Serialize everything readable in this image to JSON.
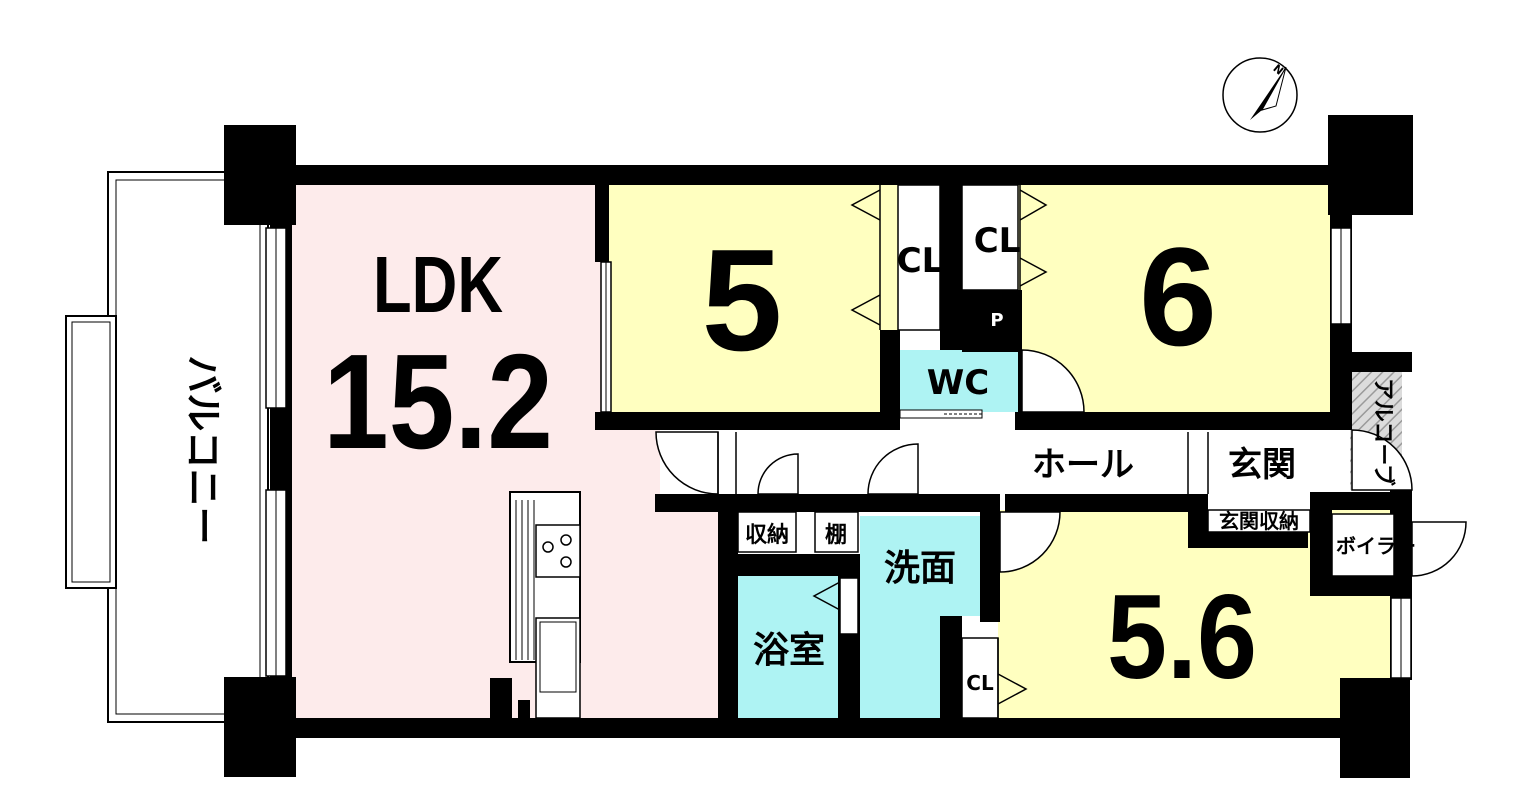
{
  "colors": {
    "wall": "#000000",
    "ldk_floor": "#fdebeb",
    "western_room_floor": "#ffffc0",
    "wet_area_floor": "#aef3f3",
    "corridor_floor": "#ffffff",
    "alcove_hatch": "#c8c8c8"
  },
  "compass": {
    "north_label": "N"
  },
  "rooms": {
    "ldk": {
      "name": "LDK",
      "size": "15.2"
    },
    "room_5": {
      "size": "5"
    },
    "room_6": {
      "size": "6"
    },
    "room_56": {
      "size": "5.6"
    },
    "wc": {
      "name": "WC"
    },
    "bath": {
      "name": "浴室"
    },
    "washroom": {
      "name": "洗面"
    },
    "hall": {
      "name": "ホール"
    },
    "entrance": {
      "name": "玄関"
    },
    "entrance_storage": {
      "name": "玄関収納"
    },
    "storage": {
      "name": "収納"
    },
    "shelf": {
      "name": "棚"
    },
    "boiler": {
      "name": "ボイラー"
    },
    "alcove": {
      "name": "アルコーブ"
    },
    "balcony": {
      "name": "バルコニー"
    },
    "pipe_space": {
      "name": "P"
    },
    "closets": {
      "cl_room5": "CL",
      "cl_room6": "CL",
      "cl_room56": "CL"
    }
  }
}
